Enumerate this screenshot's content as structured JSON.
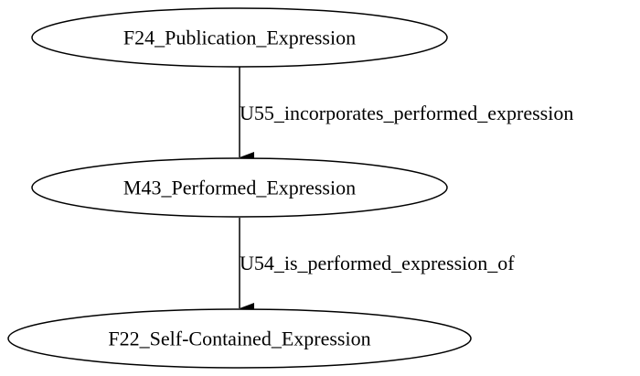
{
  "nodes": [
    {
      "id": "f24",
      "label": "F24_Publication_Expression"
    },
    {
      "id": "m43",
      "label": "M43_Performed_Expression"
    },
    {
      "id": "f22",
      "label": "F22_Self-Contained_Expression"
    }
  ],
  "edges": [
    {
      "from": "f24",
      "to": "m43",
      "label": "U55_incorporates_performed_expression"
    },
    {
      "from": "m43",
      "to": "f22",
      "label": "U54_is_performed_expression_of"
    }
  ],
  "colors": {
    "stroke": "#000000",
    "fill": "#ffffff",
    "text": "#000000"
  }
}
